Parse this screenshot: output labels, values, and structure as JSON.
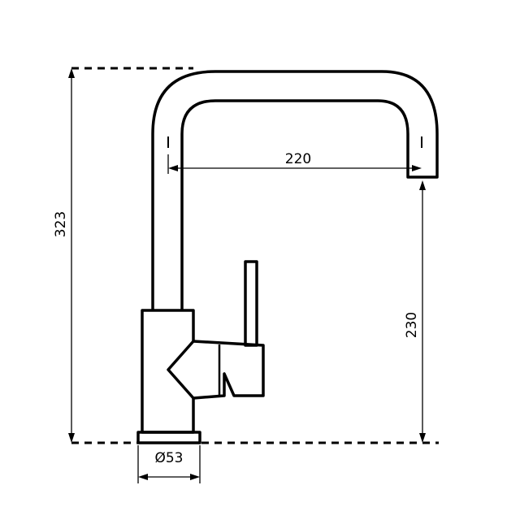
{
  "diagram": {
    "dimensions": {
      "total_height": "323",
      "spout_reach": "220",
      "spout_height": "230",
      "base_diameter": "Ø53"
    },
    "colors": {
      "line": "#000000",
      "background": "#ffffff"
    }
  }
}
